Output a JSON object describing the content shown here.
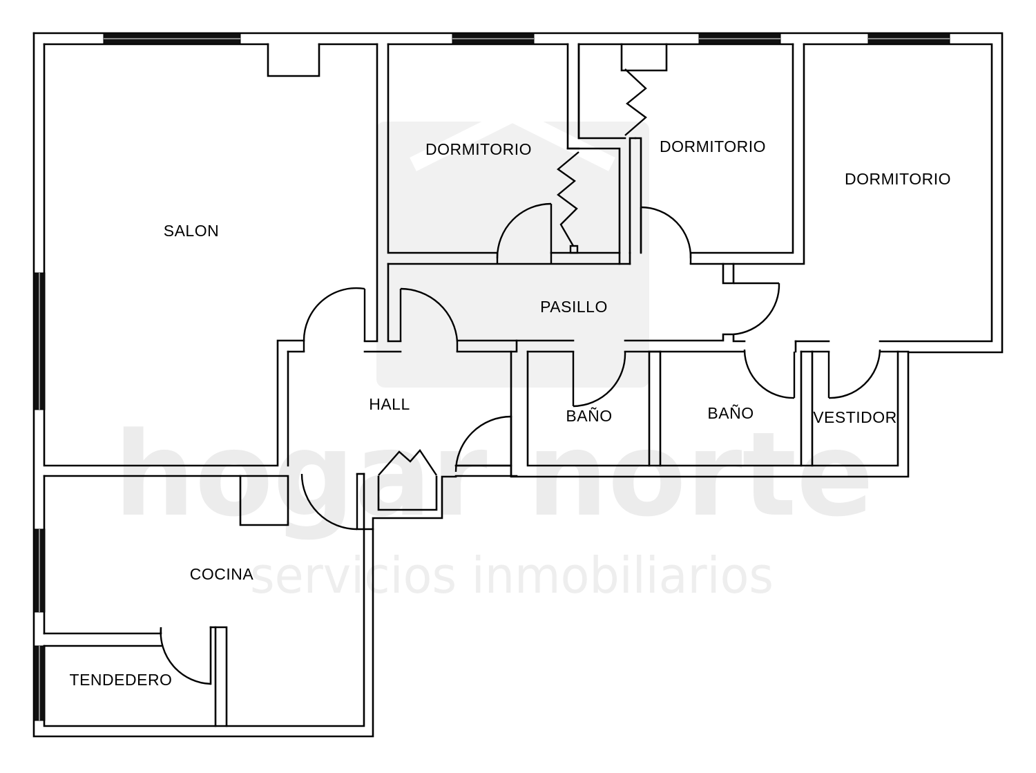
{
  "watermark": {
    "brand": "hogar norte",
    "tagline": "servicios inmobiliarios"
  },
  "rooms": {
    "salon": "SALON",
    "dormitorio_1": "DORMITORIO",
    "dormitorio_2": "DORMITORIO",
    "dormitorio_3": "DORMITORIO",
    "pasillo": "PASILLO",
    "hall": "HALL",
    "bano_1": "BAÑO",
    "bano_2": "BAÑO",
    "vestidor": "VESTIDOR",
    "cocina": "COCINA",
    "tendedero": "TENDEDERO"
  },
  "colors": {
    "wall": "#000000",
    "background": "#ffffff",
    "watermark": "#ececec"
  }
}
